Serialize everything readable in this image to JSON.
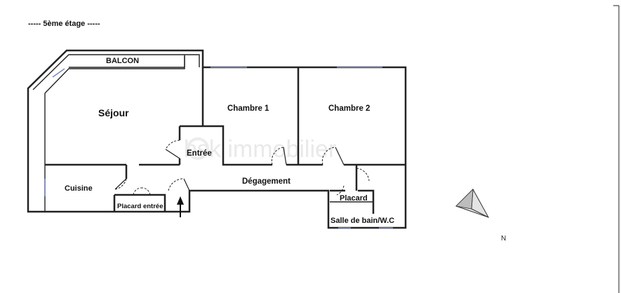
{
  "plan": {
    "floor_label": "-----  5ème étage  -----",
    "watermark": "bsk immobilier",
    "compass_label": "N",
    "rooms": {
      "balcon": "BALCON",
      "sejour": "Séjour",
      "chambre1": "Chambre 1",
      "chambre2": "Chambre 2",
      "entree": "Entrée",
      "cuisine": "Cuisine",
      "degagement": "Dégagement",
      "placard_entree": "Placard entrée",
      "placard": "Placard",
      "salle_de_bain": "Salle de bain/W.C"
    }
  }
}
